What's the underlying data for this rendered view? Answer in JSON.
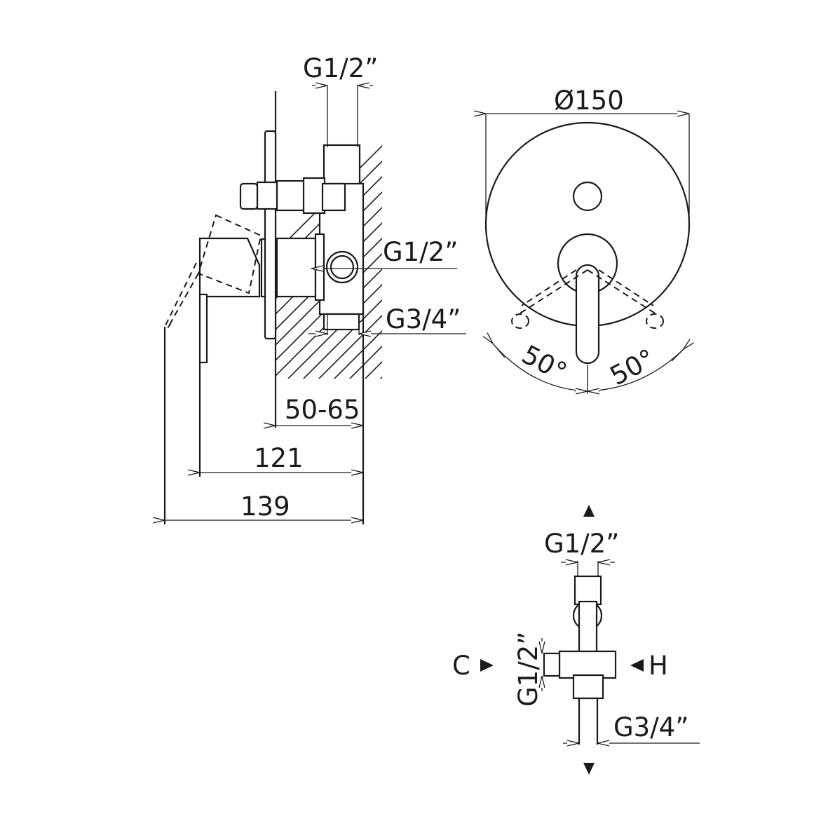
{
  "side_view": {
    "top_connection": "G1/2”",
    "middle_connection": "G1/2”",
    "bottom_connection": "G3/4”",
    "wall_depth": "50-65",
    "depth_121": "121",
    "depth_139": "139"
  },
  "front_view": {
    "diameter": "Ø150",
    "angle_left": "50°",
    "angle_right": "50°"
  },
  "bottom_view": {
    "top_connection": "G1/2”",
    "side_connection": "G1/2”",
    "bottom_connection": "G3/4”",
    "cold_label": "C",
    "hot_label": "H"
  }
}
